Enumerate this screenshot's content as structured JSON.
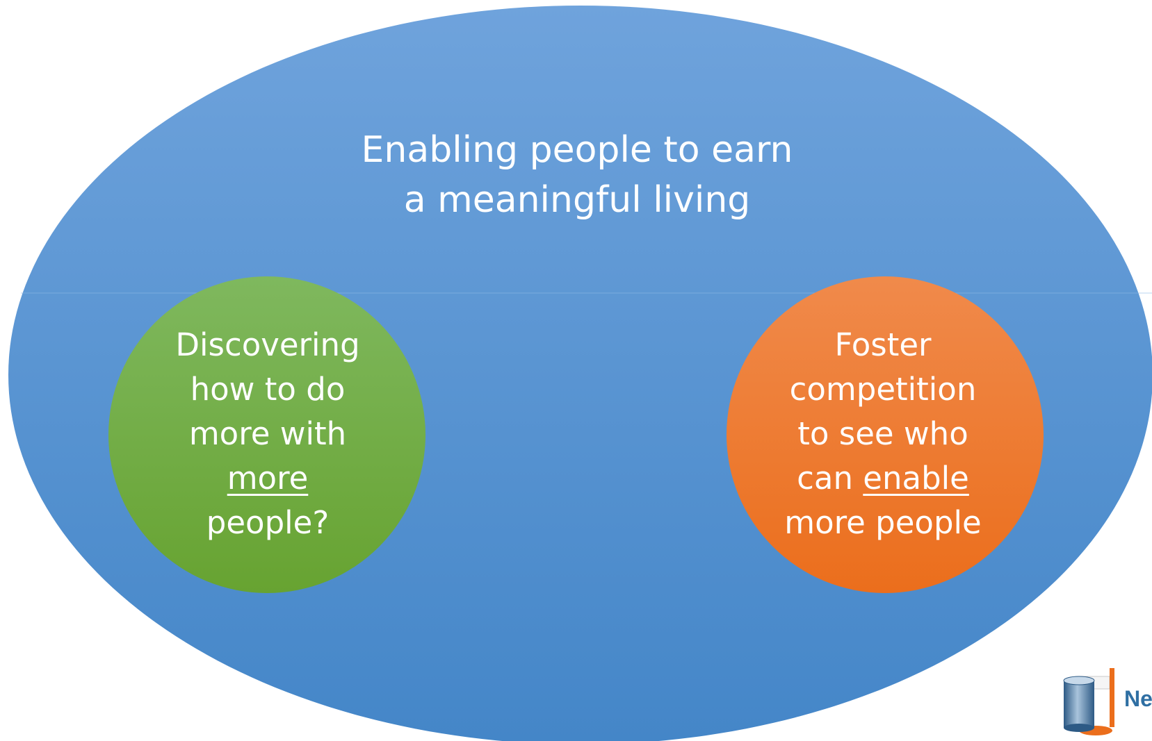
{
  "colors": {
    "outer_ellipse_top": "#6fa3dc",
    "outer_ellipse_bottom": "#4486c8",
    "green_circle_top": "#7fb85e",
    "green_circle_bottom": "#67a331",
    "orange_circle_top": "#f08a4b",
    "orange_circle_bottom": "#eb6e1c",
    "text": "#ffffff"
  },
  "outer": {
    "line1": "Enabling people to earn",
    "line2": "a meaningful living"
  },
  "green": {
    "line1": "Discovering",
    "line2": "how to do",
    "line3": "more with",
    "line4_underlined": "more",
    "line5": "people?"
  },
  "orange": {
    "line1": "Foster",
    "line2": "competition",
    "line3": "to see who",
    "line4_prefix": "can",
    "line4_underlined": "enable",
    "line5": "more people"
  },
  "logo": {
    "icon": "cylinder-logo-icon",
    "text": "Ne"
  }
}
